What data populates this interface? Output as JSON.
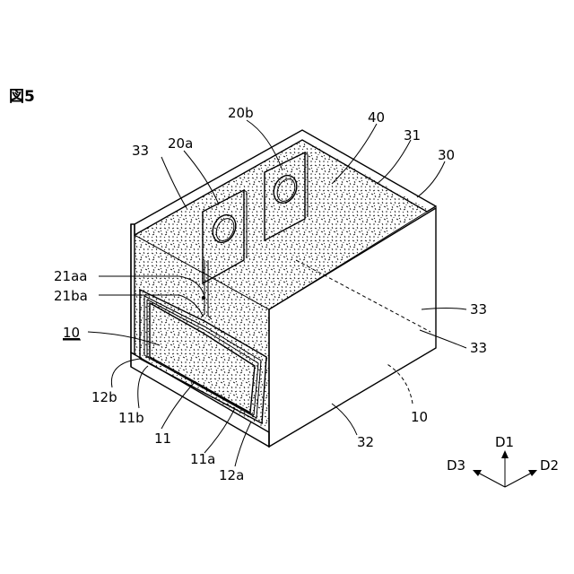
{
  "figure_title": "図5",
  "labels": {
    "l_20b": "20b",
    "l_40": "40",
    "l_33_top": "33",
    "l_20a": "20a",
    "l_31": "31",
    "l_30": "30",
    "l_21aa": "21aa",
    "l_21ba": "21ba",
    "l_33_r1": "33",
    "l_10_left": "10",
    "l_33_r2": "33",
    "l_12b": "12b",
    "l_10_right": "10",
    "l_11b": "11b",
    "l_32": "32",
    "l_11": "11",
    "l_11a": "11a",
    "l_12a": "12a"
  },
  "axes": {
    "d1": "D1",
    "d2": "D2",
    "d3": "D3"
  }
}
